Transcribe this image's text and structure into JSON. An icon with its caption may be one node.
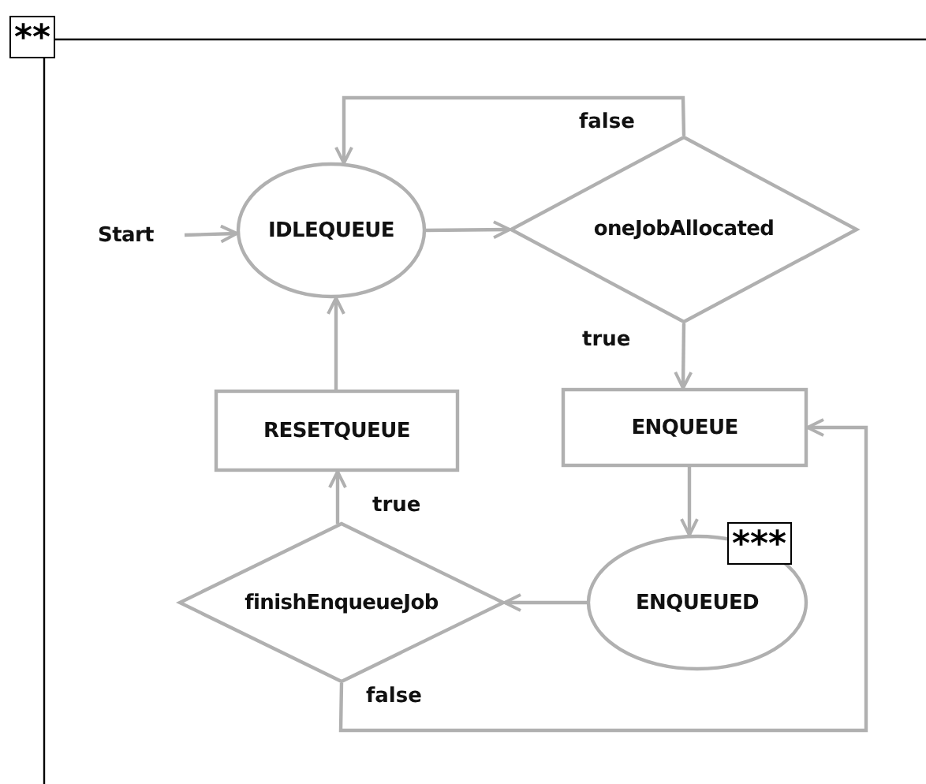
{
  "diagram": {
    "nodes": [
      {
        "text": [
          "Start"
        ]
      },
      {
        "text": [
          "IDLEQUEUE"
        ]
      },
      {
        "text": [
          "oneJobAllocated"
        ]
      },
      {
        "text": [
          "RESETQUEUE"
        ]
      },
      {
        "text": [
          "ENQUEUE"
        ]
      },
      {
        "text": [
          "finishEnqueueJob"
        ]
      },
      {
        "text": [
          "ENQUEUED"
        ]
      }
    ],
    "edges": [
      {
        "from": 0,
        "to": 1,
        "arrow": "to"
      },
      {
        "from": 1,
        "to": 2,
        "arrow": "to"
      },
      {
        "from": 2,
        "to": 1,
        "arrow": "to",
        "label": "false"
      },
      {
        "from": 2,
        "to": 4,
        "arrow": "to",
        "label": "true"
      },
      {
        "from": 4,
        "to": 6,
        "arrow": "to"
      },
      {
        "from": 6,
        "to": 5,
        "arrow": "to"
      },
      {
        "from": 5,
        "to": 3,
        "arrow": "to",
        "label": "true"
      },
      {
        "from": 5,
        "to": 4,
        "arrow": "to",
        "label": "false"
      },
      {
        "from": 3,
        "to": 1,
        "arrow": "to"
      }
    ],
    "labels": [
      "**",
      "***"
    ]
  }
}
